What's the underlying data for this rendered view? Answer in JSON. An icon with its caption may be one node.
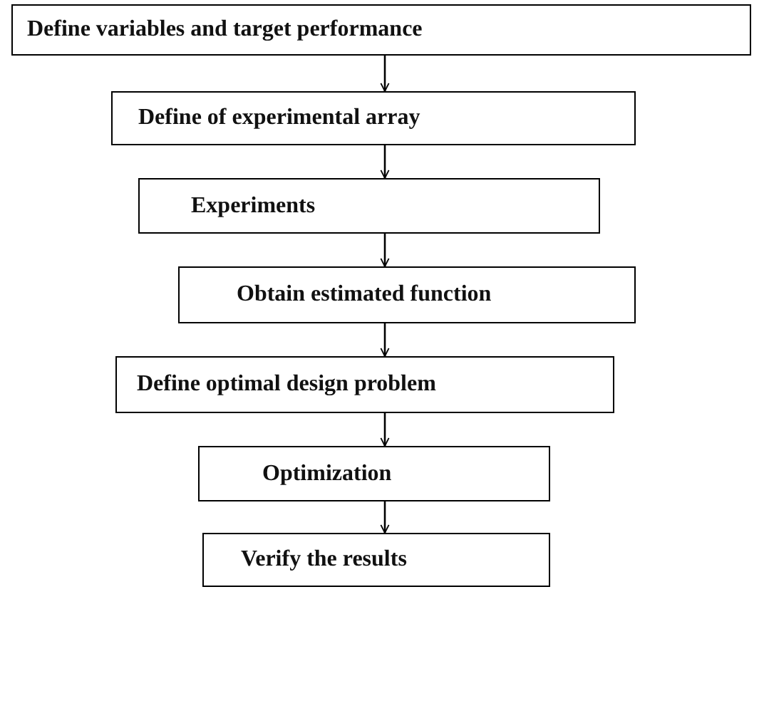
{
  "diagram": {
    "nodes": [
      {
        "text": [
          "Define variables and target performance"
        ]
      },
      {
        "text": [
          "Define of experimental array"
        ]
      },
      {
        "text": [
          "Experiments"
        ]
      },
      {
        "text": [
          "Obtain estimated function"
        ]
      },
      {
        "text": [
          "Define optimal design problem"
        ]
      },
      {
        "text": [
          "Optimization"
        ]
      },
      {
        "text": [
          "Verify the results"
        ]
      }
    ],
    "edges": [
      {
        "from": 0,
        "to": 1,
        "arrow": "to"
      },
      {
        "from": 1,
        "to": 2,
        "arrow": "to"
      },
      {
        "from": 2,
        "to": 3,
        "arrow": "to"
      },
      {
        "from": 3,
        "to": 4,
        "arrow": "to"
      },
      {
        "from": 4,
        "to": 5,
        "arrow": "to"
      },
      {
        "from": 5,
        "to": 6,
        "arrow": "to"
      }
    ]
  }
}
